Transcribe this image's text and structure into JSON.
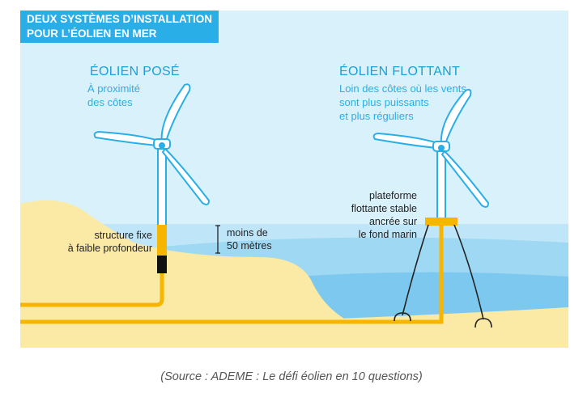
{
  "title": {
    "line1": "DEUX SYSTÈMES D’INSTALLATION",
    "line2": "POUR L’ÉOLIEN EN MER"
  },
  "posed": {
    "title": "ÉOLIEN POSÉ",
    "desc1": "À proximité",
    "desc2": "des côtes"
  },
  "floating": {
    "title": "ÉOLIEN FLOTTANT",
    "desc1": "Loin des côtes où les vents",
    "desc2": "sont plus puissants",
    "desc3": "et plus réguliers"
  },
  "labels": {
    "structure1": "structure fixe",
    "structure2": "à faible profondeur",
    "depth1": "moins de",
    "depth2": "50 mètres",
    "platform1": "plateforme",
    "platform2": "flottante stable",
    "platform3": "ancrée sur",
    "platform4": "le fond marin"
  },
  "caption": "(Source : ADEME : Le défi éolien en 10 questions)",
  "colors": {
    "sky": "#d9f1fb",
    "sea_light": "#aedff6",
    "sea_mid": "#8ccfef",
    "sea_deep": "#6cbde9",
    "sand": "#fbeaa5",
    "cable": "#f7b500",
    "turbine": "#2aaee8"
  }
}
